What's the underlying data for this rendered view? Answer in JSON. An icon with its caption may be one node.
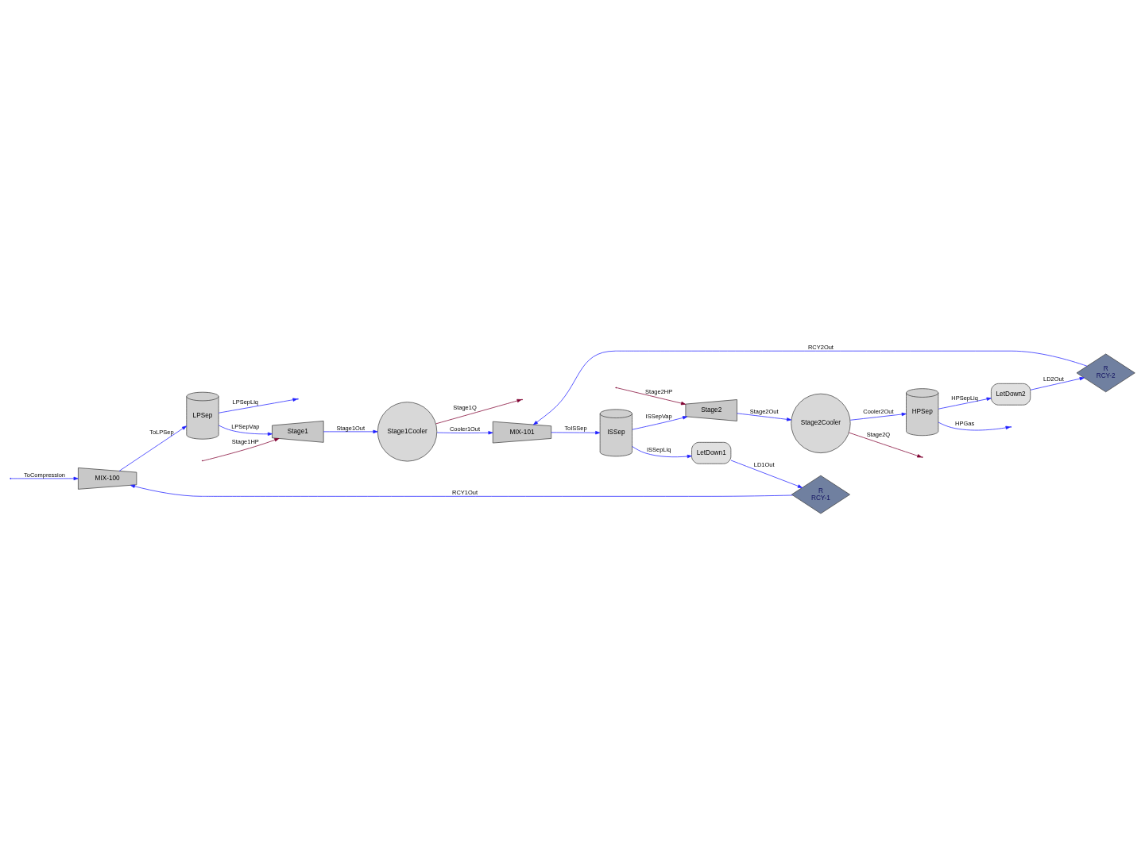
{
  "diagram": {
    "nodes": [
      {
        "text": [
          "MIX-100"
        ]
      },
      {
        "text": [
          "LPSep"
        ]
      },
      {
        "text": [
          "Stage1"
        ]
      },
      {
        "text": [
          "Stage1Cooler"
        ]
      },
      {
        "text": [
          "MIX-101"
        ]
      },
      {
        "text": [
          "ISSep"
        ]
      },
      {
        "text": [
          "Stage2"
        ]
      },
      {
        "text": [
          "Stage2Cooler"
        ]
      },
      {
        "text": [
          "HPSep"
        ]
      },
      {
        "text": [
          "LetDown2"
        ]
      },
      {
        "text": [
          "R",
          "RCY-2"
        ]
      },
      {
        "text": [
          "LetDown1"
        ]
      },
      {
        "text": [
          "R",
          "RCY-1"
        ]
      }
    ],
    "edges": [
      {
        "from": null,
        "to": 0,
        "arrow": "to",
        "label": "ToCompression"
      },
      {
        "from": 0,
        "to": 1,
        "arrow": "to",
        "label": "ToLPSep"
      },
      {
        "from": 1,
        "to": 2,
        "arrow": "to",
        "label": "LPSepVap"
      },
      {
        "from": 1,
        "to": null,
        "arrow": "to",
        "label": "LPSepLiq"
      },
      {
        "from": null,
        "to": 2,
        "arrow": "to",
        "label": "Stage1HP",
        "color": "#800030"
      },
      {
        "from": 2,
        "to": 3,
        "arrow": "to",
        "label": "Stage1Out"
      },
      {
        "from": 3,
        "to": null,
        "arrow": "to",
        "label": "Stage1Q",
        "color": "#800030"
      },
      {
        "from": 3,
        "to": 4,
        "arrow": "to",
        "label": "Cooler1Out"
      },
      {
        "from": 4,
        "to": 5,
        "arrow": "to",
        "label": "ToISSep"
      },
      {
        "from": 5,
        "to": 6,
        "arrow": "to",
        "label": "ISSepVap"
      },
      {
        "from": null,
        "to": 6,
        "arrow": "to",
        "label": "Stage2HP",
        "color": "#800030"
      },
      {
        "from": 6,
        "to": 7,
        "arrow": "to",
        "label": "Stage2Out"
      },
      {
        "from": 7,
        "to": null,
        "arrow": "to",
        "label": "Stage2Q",
        "color": "#800030"
      },
      {
        "from": 7,
        "to": 8,
        "arrow": "to",
        "label": "Cooler2Out"
      },
      {
        "from": 8,
        "to": null,
        "arrow": "to",
        "label": "HPGas"
      },
      {
        "from": 8,
        "to": 9,
        "arrow": "to",
        "label": "HPSepLiq"
      },
      {
        "from": 9,
        "to": 10,
        "arrow": "to",
        "label": "LD2Out"
      },
      {
        "from": 10,
        "to": 4,
        "arrow": "to",
        "label": "RCY2Out"
      },
      {
        "from": 5,
        "to": 11,
        "arrow": "to",
        "label": "ISSepLiq"
      },
      {
        "from": 11,
        "to": 12,
        "arrow": "to",
        "label": "LD1Out"
      },
      {
        "from": 12,
        "to": 0,
        "arrow": "to",
        "label": "RCY1Out"
      }
    ]
  }
}
